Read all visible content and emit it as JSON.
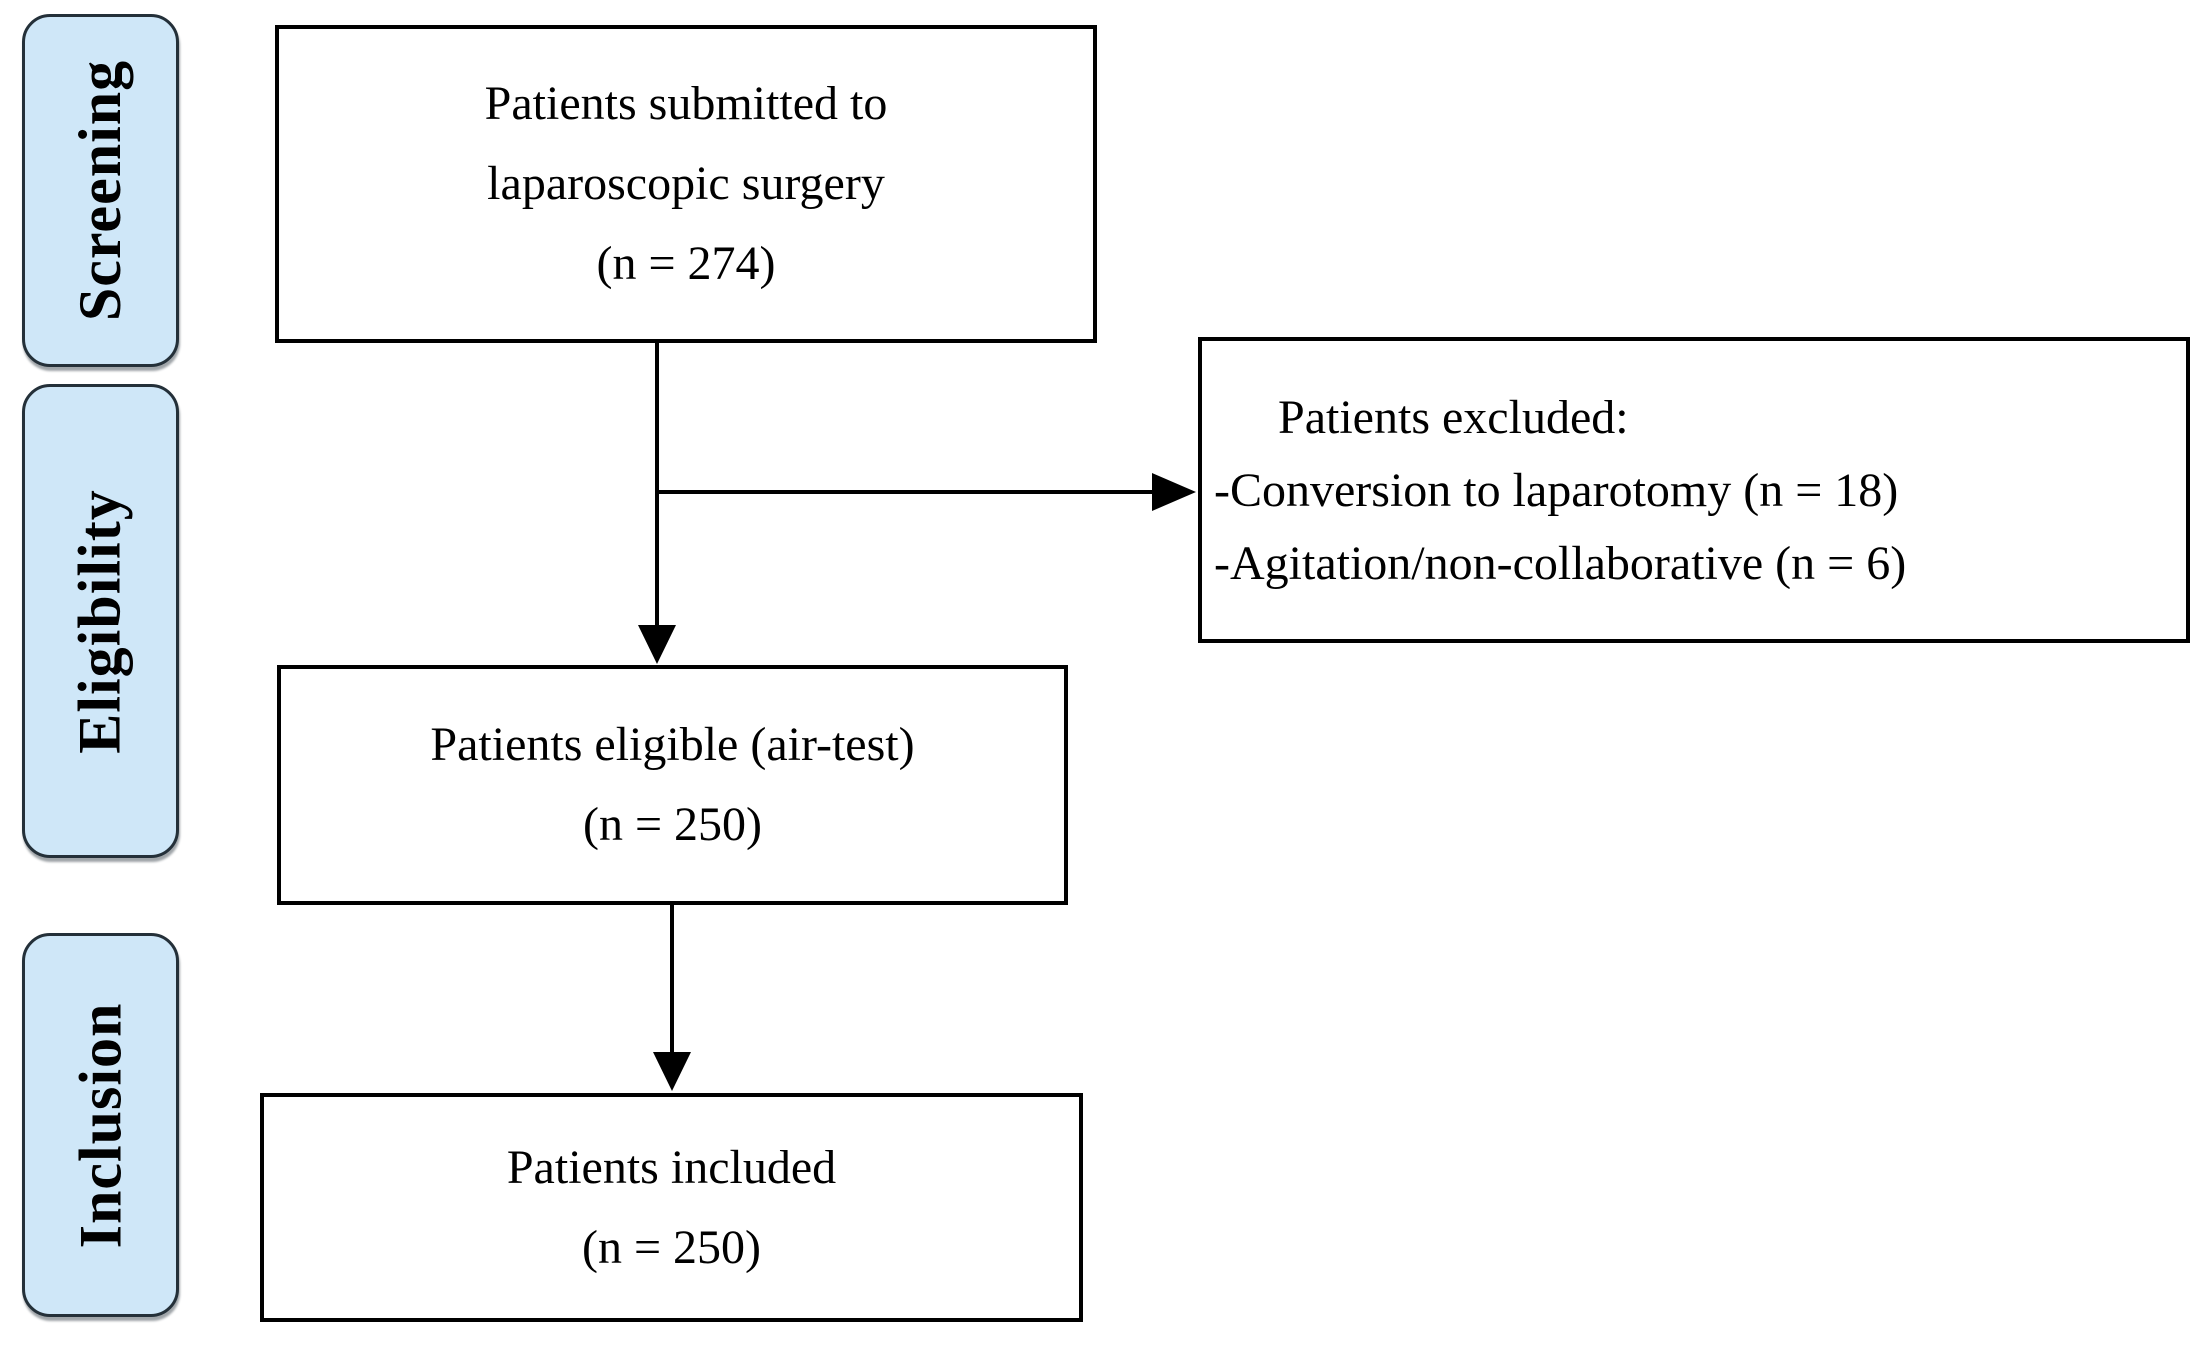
{
  "figure": {
    "kind": "patient-flow-diagram",
    "background_color": "#ffffff",
    "stage_fill_color": "#cfe7f8",
    "stage_border_color": "#243039",
    "box_fill_color": "#ffffff",
    "box_border_color": "#000000",
    "text_color": "#000000",
    "arrow_color": "#000000"
  },
  "stages": [
    {
      "label": "Screening"
    },
    {
      "label": "Eligibility"
    },
    {
      "label": "Inclusion"
    }
  ],
  "flow": {
    "submitted": {
      "lines": [
        "Patients submitted to",
        "laparoscopic surgery",
        "(n = 274)"
      ]
    },
    "excluded": {
      "lines": [
        "Patients excluded:",
        "-Conversion to laparotomy (n = 18)",
        "-Agitation/non-collaborative (n = 6)"
      ]
    },
    "eligible": {
      "lines": [
        "Patients eligible (air-test)",
        "(n = 250)"
      ]
    },
    "included": {
      "lines": [
        "Patients included",
        "(n = 250)"
      ]
    }
  }
}
